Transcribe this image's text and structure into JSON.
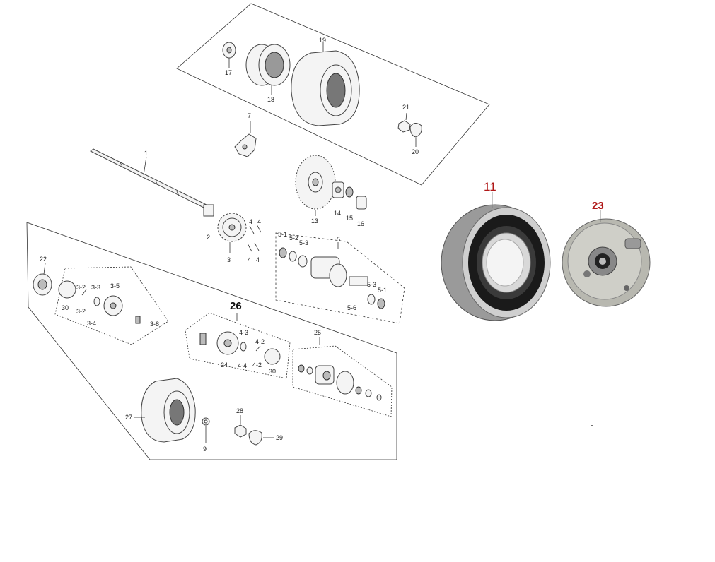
{
  "colors": {
    "line": "#333333",
    "callout_red": "#b01818",
    "bearing_outer": "#9a9a9a",
    "bearing_seal": "#1a1a1a"
  },
  "icons": [
    "bearing-photo",
    "brake-plate-photo"
  ],
  "callouts": {
    "c1": "1",
    "c2": "2",
    "c3": "3",
    "c3_2a": "3-2",
    "c3_2b": "3-2",
    "c3_3": "3-3",
    "c3_4": "3-4",
    "c3_5": "3-5",
    "c3_8": "3-8",
    "c4a": "4",
    "c4b": "4",
    "c4c": "4",
    "c4d": "4",
    "c4_2a": "4-2",
    "c4_2b": "4-2",
    "c4_3": "4-3",
    "c4_4": "4-4",
    "c5": "5",
    "c5_1a": "5-1",
    "c5_2": "5-2",
    "c5_3a": "5-3",
    "c5_3b": "5-3",
    "c5_1b": "5-1",
    "c5_6": "5-6",
    "c7": "7",
    "c9": "9",
    "c13": "13",
    "c14": "14",
    "c15": "15",
    "c16": "16",
    "c17": "17",
    "c18": "18",
    "c19": "19",
    "c20": "20",
    "c21": "21",
    "c22": "22",
    "c24": "24",
    "c25": "25",
    "c26": "26",
    "c27": "27",
    "c28": "28",
    "c29": "29",
    "c30a": "30",
    "c30b": "30",
    "c11": "11",
    "c23": "23"
  }
}
